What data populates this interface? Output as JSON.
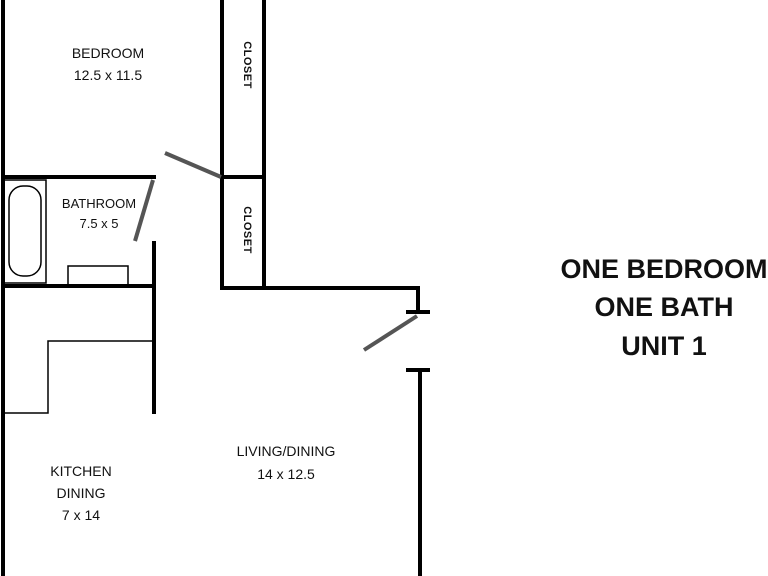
{
  "title": {
    "line1": "ONE BEDROOM",
    "line2": "ONE BATH",
    "line3": "UNIT 1"
  },
  "rooms": {
    "bedroom": {
      "name": "BEDROOM",
      "size": "12.5 x 11.5"
    },
    "bathroom": {
      "name": "BATHROOM",
      "size": "7.5 x 5"
    },
    "closet_upper": {
      "name": "CLOSET"
    },
    "closet_lower": {
      "name": "CLOSET"
    },
    "living": {
      "name": "LIVING/DINING",
      "size": "14 x 12.5"
    },
    "kitchen": {
      "name_line1": "KITCHEN",
      "name_line2": "DINING",
      "size": "7 x 14"
    }
  },
  "colors": {
    "wall": "#000000",
    "door": "#555555",
    "text": "#111111",
    "background": "#ffffff"
  }
}
